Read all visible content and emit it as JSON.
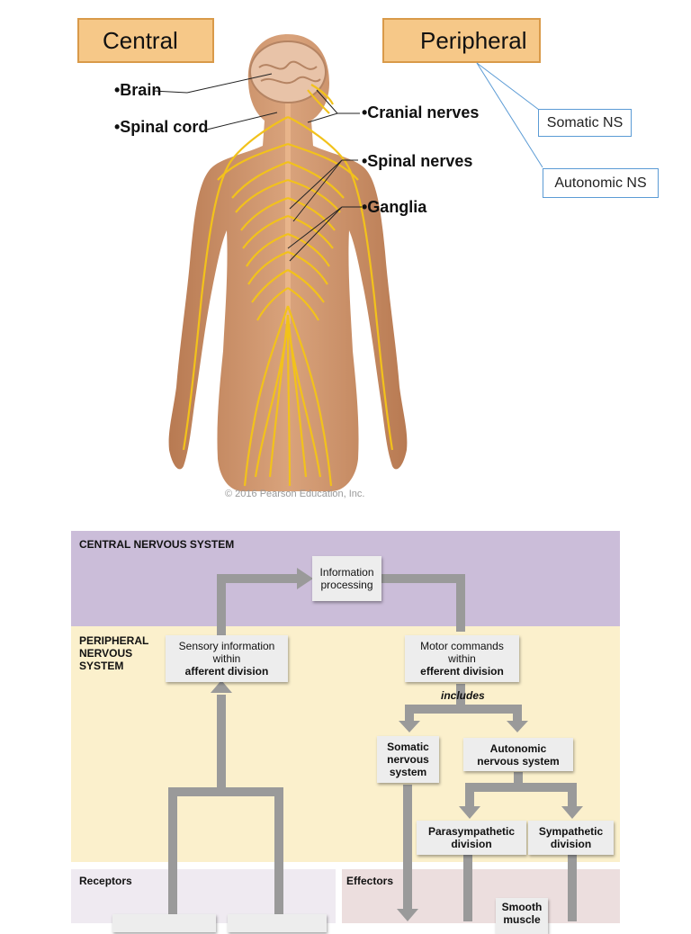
{
  "anatomy": {
    "central_title": "Central",
    "peripheral_title": "Peripheral",
    "labels": {
      "brain": "•Brain",
      "spinal_cord": "•Spinal cord",
      "cranial_nerves": "•Cranial nerves",
      "spinal_nerves": "•Spinal nerves",
      "ganglia": "•Ganglia"
    },
    "somatic_ns": "Somatic NS",
    "autonomic_ns": "Autonomic NS",
    "copyright": "© 2016 Pearson Education, Inc."
  },
  "flowchart": {
    "cns_label": "CENTRAL NERVOUS SYSTEM",
    "pns_label": [
      "PERIPHERAL",
      "NERVOUS",
      "SYSTEM"
    ],
    "info_processing": [
      "Information",
      "processing"
    ],
    "sensory": [
      "Sensory information",
      "within",
      "afferent division"
    ],
    "motor": [
      "Motor commands",
      "within",
      "efferent division"
    ],
    "includes": "includes",
    "somatic": [
      "Somatic",
      "nervous",
      "system"
    ],
    "autonomic": [
      "Autonomic",
      "nervous system"
    ],
    "parasympathetic": [
      "Parasympathetic",
      "division"
    ],
    "sympathetic": [
      "Sympathetic",
      "division"
    ],
    "receptors_label": "Receptors",
    "effectors_label": "Effectors",
    "smooth_muscle": [
      "Smooth",
      "muscle"
    ]
  },
  "colors": {
    "title_box": "#f6c888",
    "cns_zone": "#cbbdd9",
    "pns_zone": "#fbf0cc",
    "receptors_zone": "#efeaf1",
    "effectors_zone": "#ecdede",
    "arrow": "#9a9a9a",
    "nerve": "#f2c21b",
    "skin": "#c98e63"
  }
}
